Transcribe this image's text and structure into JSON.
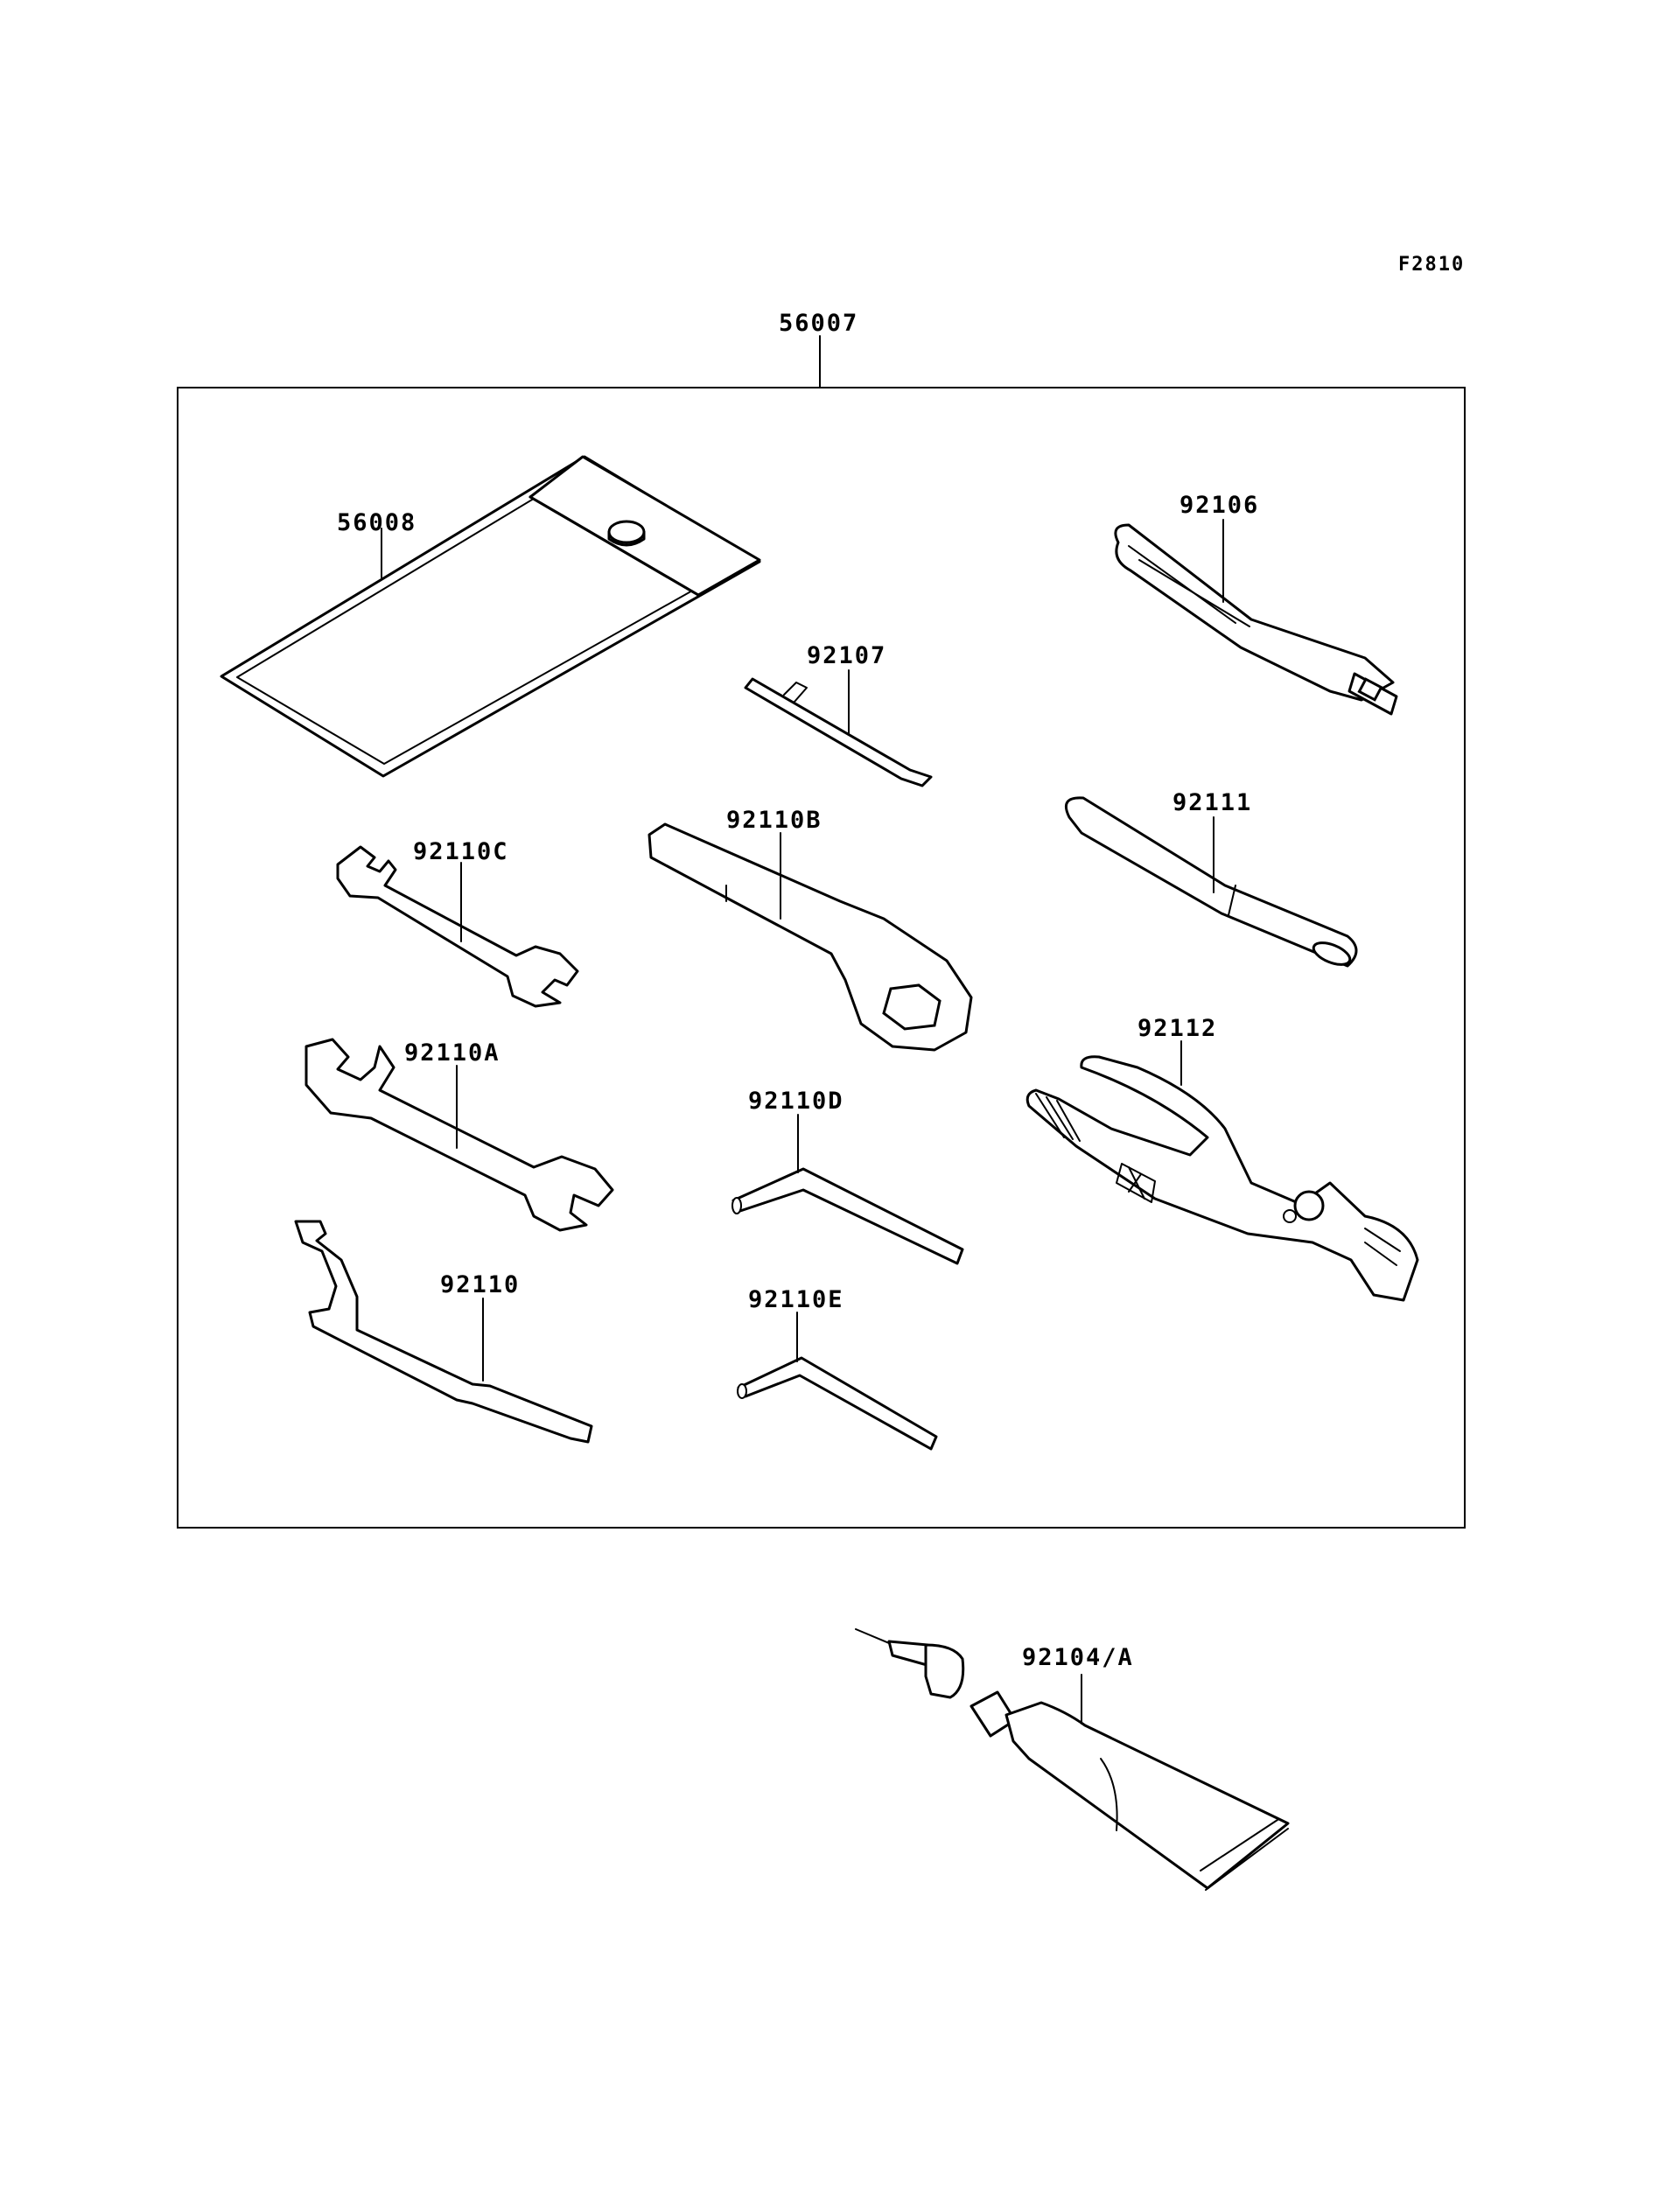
{
  "figure_code": "F2810",
  "kit_label": "56007",
  "parts": {
    "p56008": "56008",
    "p92106": "92106",
    "p92107": "92107",
    "p92110C": "92110C",
    "p92110B": "92110B",
    "p92111": "92111",
    "p92110A": "92110A",
    "p92110D": "92110D",
    "p92112": "92112",
    "p92110": "92110",
    "p92110E": "92110E",
    "p92104A": "92104/A"
  }
}
